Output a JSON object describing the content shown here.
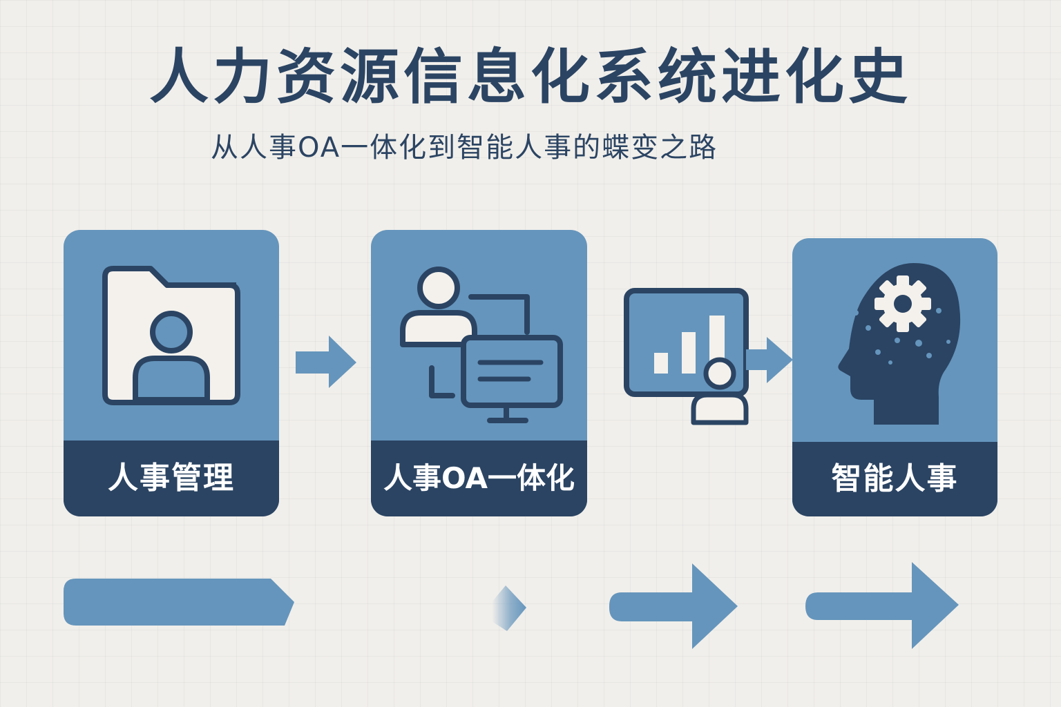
{
  "title": "人力资源信息化系统进化史",
  "subtitle": "从人事OA一体化到智能人事的蝶变之路",
  "stages": [
    {
      "label": "人事管理",
      "icon": "folder-person-icon"
    },
    {
      "label": "人事OA一体化",
      "icon": "person-monitor-icon"
    },
    {
      "label": "智能人事",
      "icon": "brain-gear-icon"
    }
  ],
  "intermediate_icon": "dashboard-person-icon",
  "colors": {
    "background": "#f1efeb",
    "card": "#6595bc",
    "dark": "#2b4463",
    "icon_fill": "#f4f1ec"
  }
}
